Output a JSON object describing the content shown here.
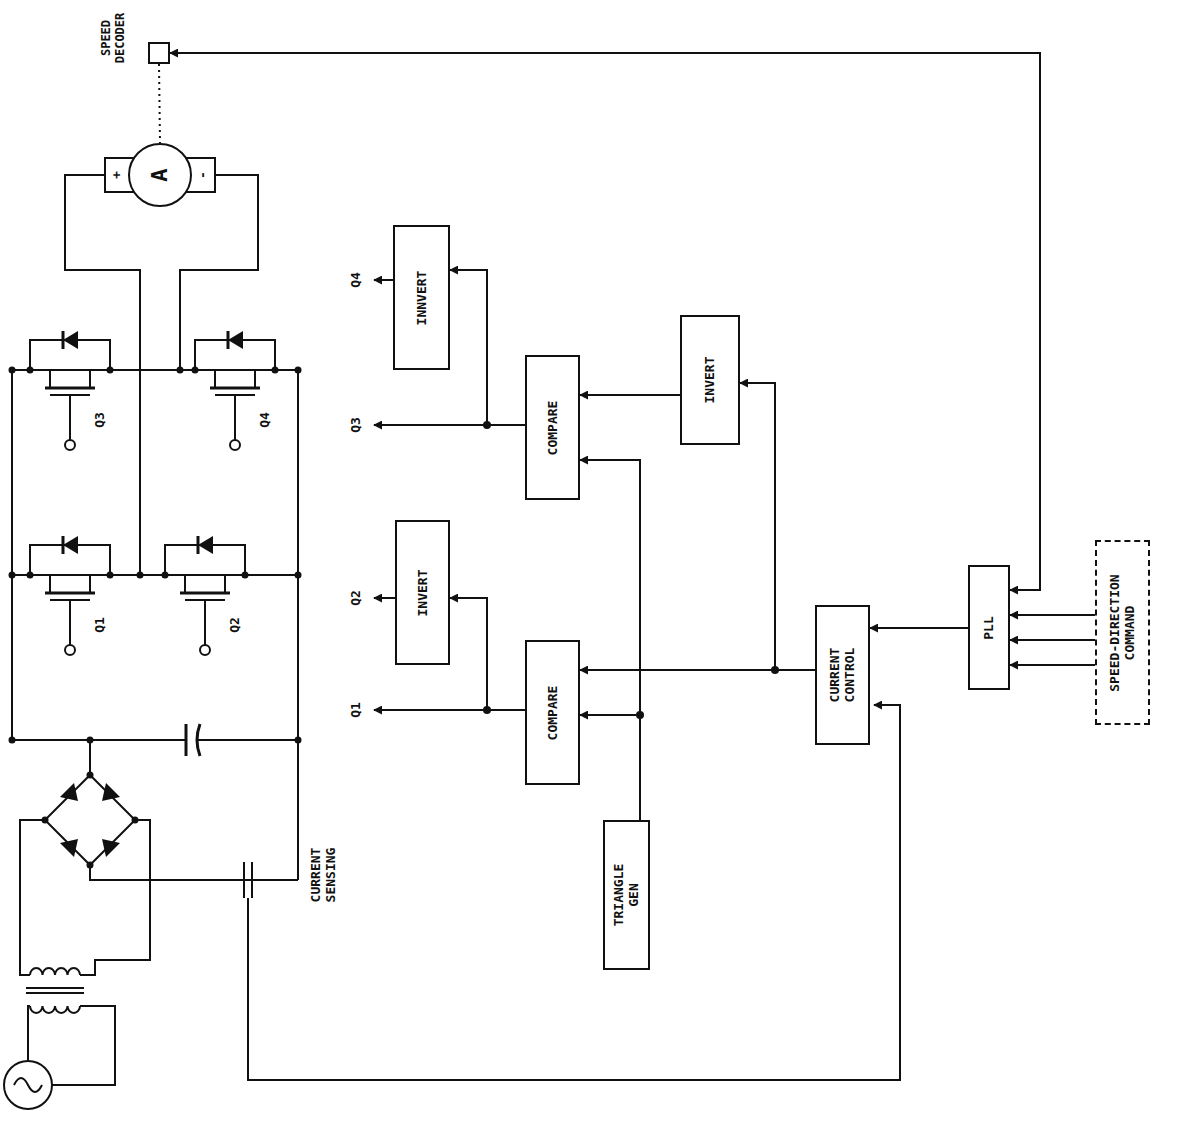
{
  "diagram": {
    "nodes": [
      {
        "text": [
          "SPEED DECODER"
        ]
      },
      {
        "text": [
          "A"
        ]
      },
      {
        "text": [
          "INNVERT"
        ]
      },
      {
        "text": [
          "COMPARE"
        ]
      },
      {
        "text": [
          "INVERT"
        ]
      },
      {
        "text": [
          "INVERT"
        ]
      },
      {
        "text": [
          "COMPARE"
        ]
      },
      {
        "text": [
          "CURRENT CONTROL"
        ]
      },
      {
        "text": [
          "TRIANGLE GEN"
        ]
      },
      {
        "text": [
          "PLL"
        ]
      },
      {
        "text": [
          "SPEED-DIRECTION COMMAND"
        ]
      }
    ],
    "edges": [
      {
        "from": 0,
        "to": 1,
        "arrow": "none"
      },
      {
        "from": 0,
        "to": 9,
        "arrow": "both"
      },
      {
        "from": 10,
        "to": 9,
        "arrow": "to"
      },
      {
        "from": 10,
        "to": 9,
        "arrow": "to"
      },
      {
        "from": 10,
        "to": 9,
        "arrow": "to"
      },
      {
        "from": 9,
        "to": 7,
        "arrow": "to"
      },
      {
        "from": 7,
        "to": 6,
        "arrow": "to"
      },
      {
        "from": 7,
        "to": 4,
        "arrow": "to"
      },
      {
        "from": 4,
        "to": 3,
        "arrow": "to"
      },
      {
        "from": 8,
        "to": 6,
        "arrow": "to"
      },
      {
        "from": 8,
        "to": 3,
        "arrow": "to"
      },
      {
        "from": 6,
        "to": 5,
        "arrow": "to"
      },
      {
        "from": 3,
        "to": 2,
        "arrow": "to"
      }
    ],
    "labels": [
      "Q3",
      "Q4",
      "Q1",
      "Q2",
      "+",
      "-",
      "Q4",
      "Q3",
      "Q2",
      "Q1",
      "CURRENT SENSING"
    ]
  }
}
